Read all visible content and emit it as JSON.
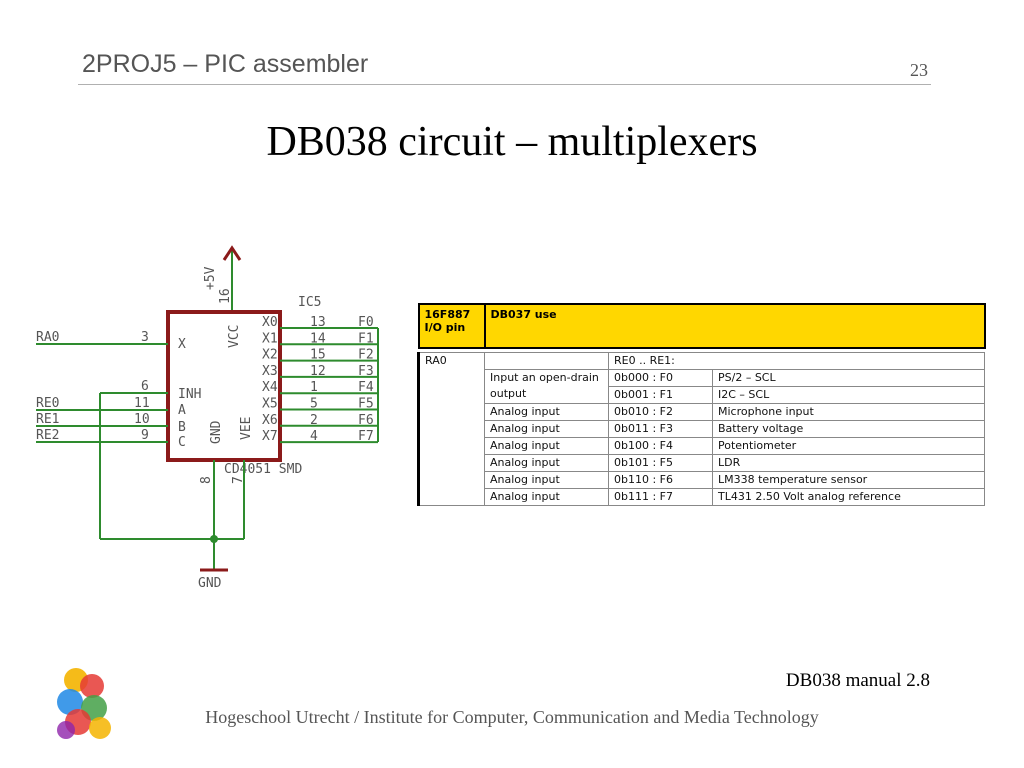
{
  "header": {
    "title": "2PROJ5 – PIC assembler",
    "page_number": "23"
  },
  "slide": {
    "title": "DB038 circuit – multiplexers"
  },
  "schematic": {
    "supply": "+5V",
    "supply_pin": "16",
    "part_name": "IC5",
    "part_type": "CD4051 SMD",
    "ground": "GND",
    "pin_x": "X",
    "pin_vcc": "VCC",
    "pin_inh": "INH",
    "pin_a": "A",
    "pin_b": "B",
    "pin_c": "C",
    "pin_gnd": "GND",
    "pin_vee": "VEE",
    "pin_8": "8",
    "pin_7": "7",
    "left_signals": [
      {
        "name": "RA0",
        "pin": "3"
      },
      {
        "name": "",
        "pin": "6"
      },
      {
        "name": "RE0",
        "pin": "11"
      },
      {
        "name": "RE1",
        "pin": "10"
      },
      {
        "name": "RE2",
        "pin": "9"
      }
    ],
    "outputs": [
      {
        "pin_label": "X0",
        "pin": "13",
        "net": "F0"
      },
      {
        "pin_label": "X1",
        "pin": "14",
        "net": "F1"
      },
      {
        "pin_label": "X2",
        "pin": "15",
        "net": "F2"
      },
      {
        "pin_label": "X3",
        "pin": "12",
        "net": "F3"
      },
      {
        "pin_label": "X4",
        "pin": "1",
        "net": "F4"
      },
      {
        "pin_label": "X5",
        "pin": "5",
        "net": "F5"
      },
      {
        "pin_label": "X6",
        "pin": "2",
        "net": "F6"
      },
      {
        "pin_label": "X7",
        "pin": "4",
        "net": "F7"
      }
    ]
  },
  "table": {
    "header_pin": "16F887 I/O pin",
    "header_use": "DB037 use",
    "pin": "RA0",
    "select_label": "RE0 .. RE1:",
    "rows": [
      {
        "use": "Input an open-drain output",
        "code": "0b000 : F0",
        "desc": "PS/2 – SCL"
      },
      {
        "use": "",
        "code": "0b001 : F1",
        "desc": "I2C – SCL"
      },
      {
        "use": "Analog input",
        "code": "0b010 : F2",
        "desc": "Microphone input"
      },
      {
        "use": "Analog input",
        "code": "0b011 : F3",
        "desc": "Battery voltage"
      },
      {
        "use": "Analog input",
        "code": "0b100 : F4",
        "desc": "Potentiometer"
      },
      {
        "use": "Analog input",
        "code": "0b101 : F5",
        "desc": "LDR"
      },
      {
        "use": "Analog input",
        "code": "0b110 : F6",
        "desc": "LM338 temperature sensor"
      },
      {
        "use": "Analog input",
        "code": "0b111 : F7",
        "desc": "TL431 2.50 Volt analog reference"
      }
    ]
  },
  "manual_ref": "DB038 manual 2.8",
  "footer": "Hogeschool Utrecht / Institute for Computer, Communication and Media Technology",
  "colors": {
    "wire": "#2e8b2e",
    "chip_border": "#8b1a1a",
    "table_header": "#ffd700"
  }
}
